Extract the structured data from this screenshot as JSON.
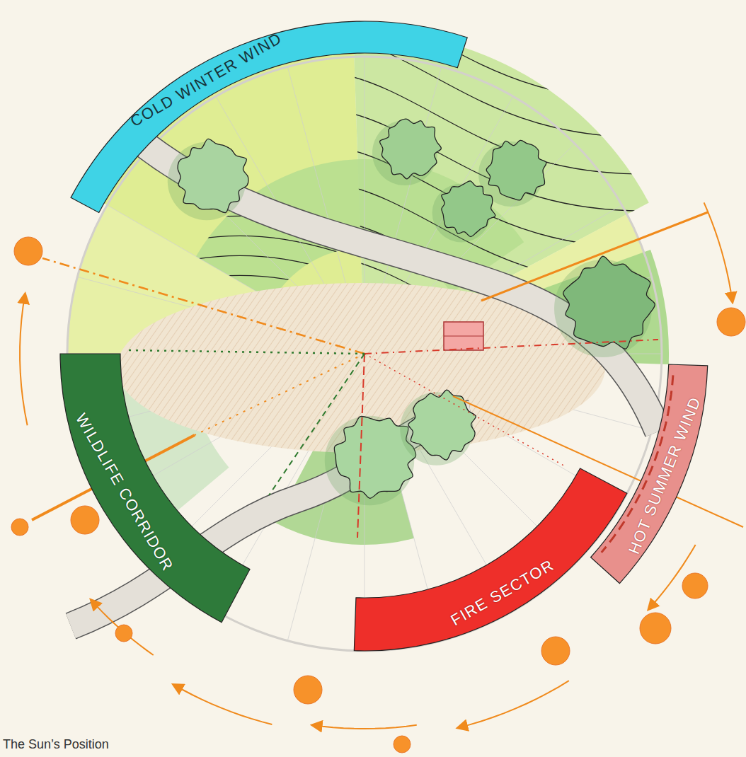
{
  "diagram": {
    "nodes": [
      {
        "text": [
          "COLD WINTER WIND"
        ]
      },
      {
        "text": [
          "WILDLIFE CORRIDOR"
        ]
      },
      {
        "text": [
          "FIRE SECTOR"
        ]
      },
      {
        "text": [
          "HOT SUMMER WIND"
        ]
      }
    ],
    "labels": [
      "The Sun’s Position"
    ]
  }
}
